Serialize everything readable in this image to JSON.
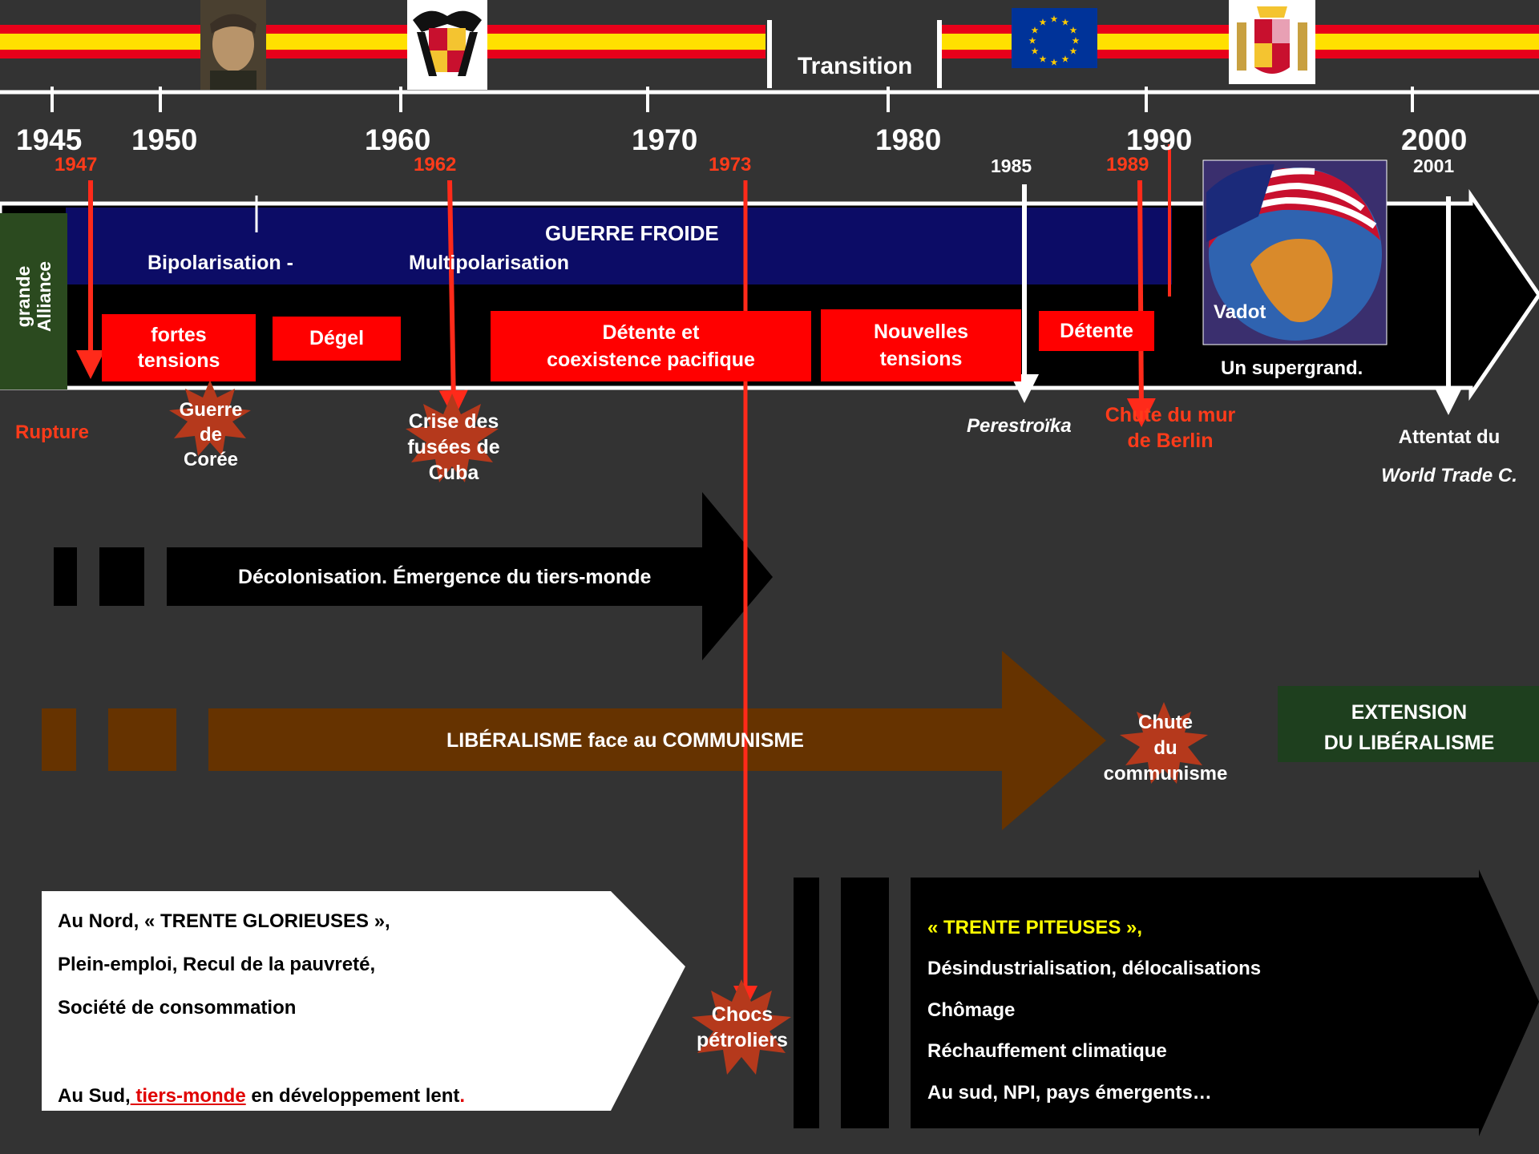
{
  "colors": {
    "background": "#333333",
    "flag_red": "#e8001a",
    "flag_yellow": "#ffe000",
    "cold_war_blue": "#0c0c66",
    "tension_red": "#ff0000",
    "alliance_green": "#2b4a1f",
    "liberalism_brown": "#663300",
    "accent_orange_red": "#ff3b1a",
    "highlight_yellow": "#ffff00"
  },
  "icons": [
    "franco-portrait-icon",
    "francoist-coat-of-arms-icon",
    "european-union-flag-icon",
    "spain-coat-of-arms-icon",
    "earth-with-us-flag-icon",
    "explosion-star-icon",
    "down-arrow-icon"
  ],
  "transition_label": "Transition",
  "decades": [
    "1945",
    "1950",
    "1960",
    "1970",
    "1980",
    "1990",
    "2000"
  ],
  "events_years": {
    "y1947": "1947",
    "y1962": "1962",
    "y1973": "1973",
    "y1985": "1985",
    "y1989": "1989",
    "y2001": "2001"
  },
  "cold_war": {
    "title": "GUERRE FROIDE",
    "bipolar": "Bipolarisation   -",
    "multipolar": "Multipolarisation",
    "alliance_line1": "grande",
    "alliance_line2": "Alliance"
  },
  "phases": {
    "fortes_1": "fortes",
    "fortes_2": "tensions",
    "degel": "Dégel",
    "detente_1": "Détente et",
    "detente_2": "coexistence pacifique",
    "nouvelles_1": "Nouvelles",
    "nouvelles_2": "tensions",
    "detente_short": "Détente"
  },
  "cartoon": {
    "signature": "Vadot",
    "caption": "Un supergrand."
  },
  "events": {
    "rupture": "Rupture",
    "coree_1": "Guerre",
    "coree_2": "de",
    "coree_3": "Corée",
    "cuba_1": "Crise des",
    "cuba_2": "fusées de",
    "cuba_3": "Cuba",
    "perestroika": "Perestroïka",
    "berlin_1": "Chute du mur",
    "berlin_2": "de Berlin",
    "wtc_1": "Attentat du",
    "wtc_2": "World Trade C."
  },
  "decolonisation": "Décolonisation. Émergence du tiers-monde",
  "liberalism": {
    "main": "LIBÉRALISME face  au COMMUNISME",
    "chute_1": "Chute",
    "chute_2": "du",
    "chute_3": "communisme",
    "extension_1": "EXTENSION",
    "extension_2": "DU LIBÉRALISME"
  },
  "north_box": {
    "line1": "Au Nord, « TRENTE GLORIEUSES »,",
    "line2": "Plein-emploi, Recul de la pauvreté,",
    "line3": "Société  de consommation",
    "line4_a": "Au Sud,",
    "line4_b": " tiers-monde",
    "line4_c": " en développement lent",
    "line4_d": "."
  },
  "chocs": {
    "line1": "Chocs",
    "line2": "pétroliers"
  },
  "piteuses_box": {
    "title": "« TRENTE PITEUSES »,",
    "line1": "Désindustrialisation, délocalisations",
    "line2": "Chômage",
    "line3": "Réchauffement climatique",
    "line4": "Au sud,  NPI, pays émergents…"
  }
}
